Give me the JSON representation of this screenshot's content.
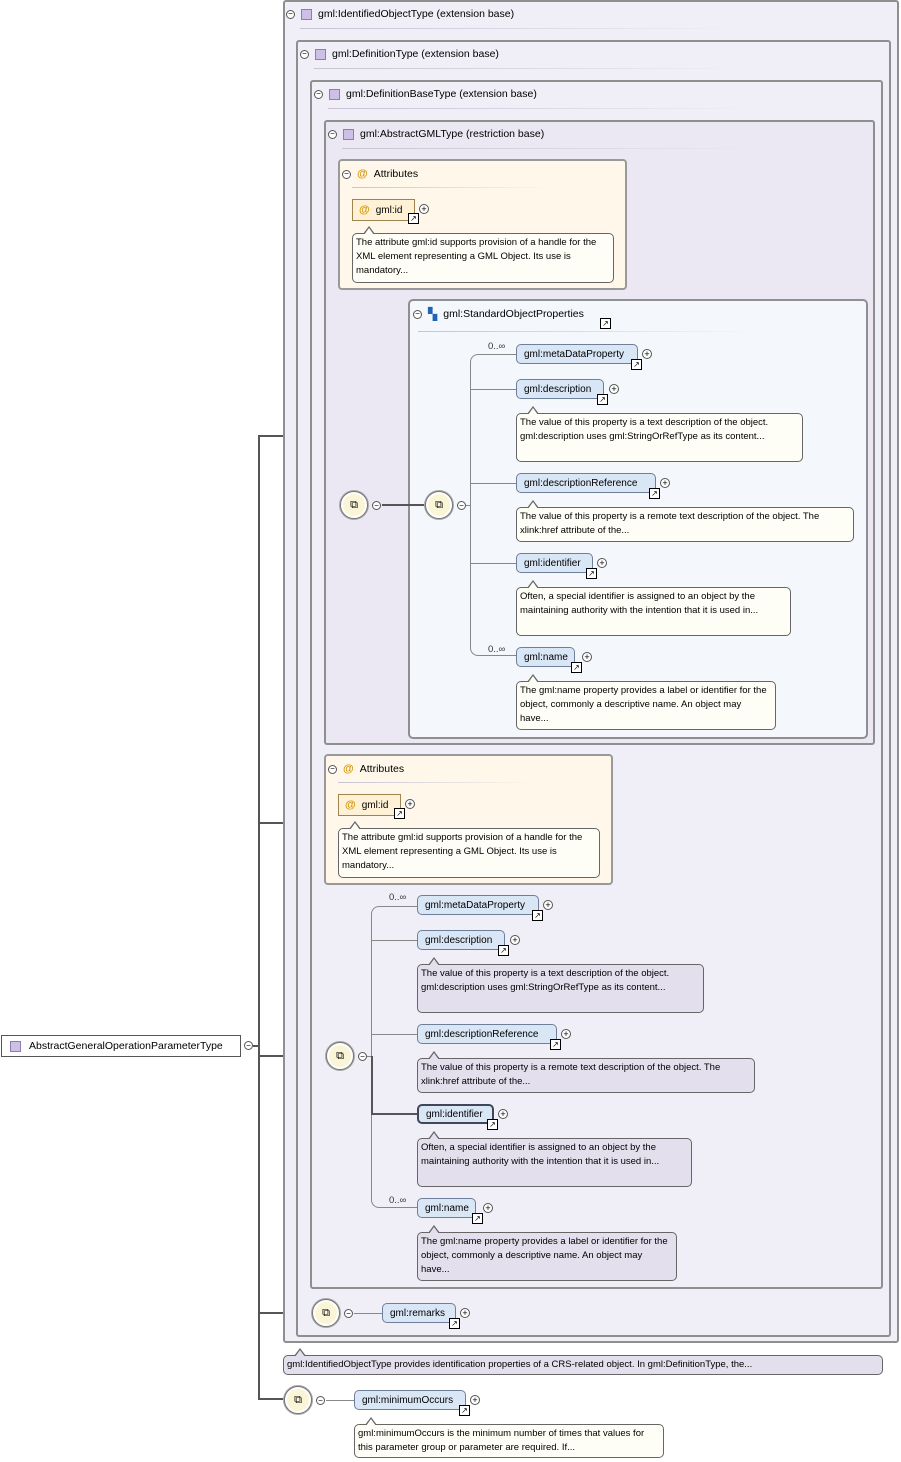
{
  "root_type": "AbstractGeneralOperationParameterType",
  "containers": {
    "identified": "gml:IdentifiedObjectType (extension base)",
    "definition": "gml:DefinitionType (extension base)",
    "definition_base": "gml:DefinitionBaseType (extension base)",
    "abstract_gml": "gml:AbstractGMLType (restriction base)"
  },
  "attributes_title": "Attributes",
  "attribute_id": "gml:id",
  "attribute_id_doc": "The attribute gml:id supports provision of a handle for the XML element representing a GML Object. Its use is mandatory...",
  "group_name": "gml:StandardObjectProperties",
  "cardinality_many": "0..∞",
  "elements": {
    "metadata": "gml:metaDataProperty",
    "description": "gml:description",
    "description_doc": "The value of this property is a text description of the object. gml:description uses gml:StringOrRefType as its content...",
    "description_ref": "gml:descriptionReference",
    "description_ref_doc": "The value of this property is a remote text description of the object. The xlink:href attribute of the...",
    "identifier": "gml:identifier",
    "identifier_doc": "Often, a special identifier is assigned to an object by the maintaining authority with the intention that it is used in...",
    "name": "gml:name",
    "name_doc": "The gml:name property provides a label or identifier for the object, commonly a descriptive name. An object may have...",
    "remarks": "gml:remarks",
    "minimum_occurs": "gml:minimumOccurs",
    "minimum_occurs_doc": "gml:minimumOccurs is the minimum number of times that values for this parameter group or parameter are required. If..."
  },
  "identified_doc": "gml:IdentifiedObjectType provides identification properties of a CRS-related object. In gml:DefinitionType, the..."
}
